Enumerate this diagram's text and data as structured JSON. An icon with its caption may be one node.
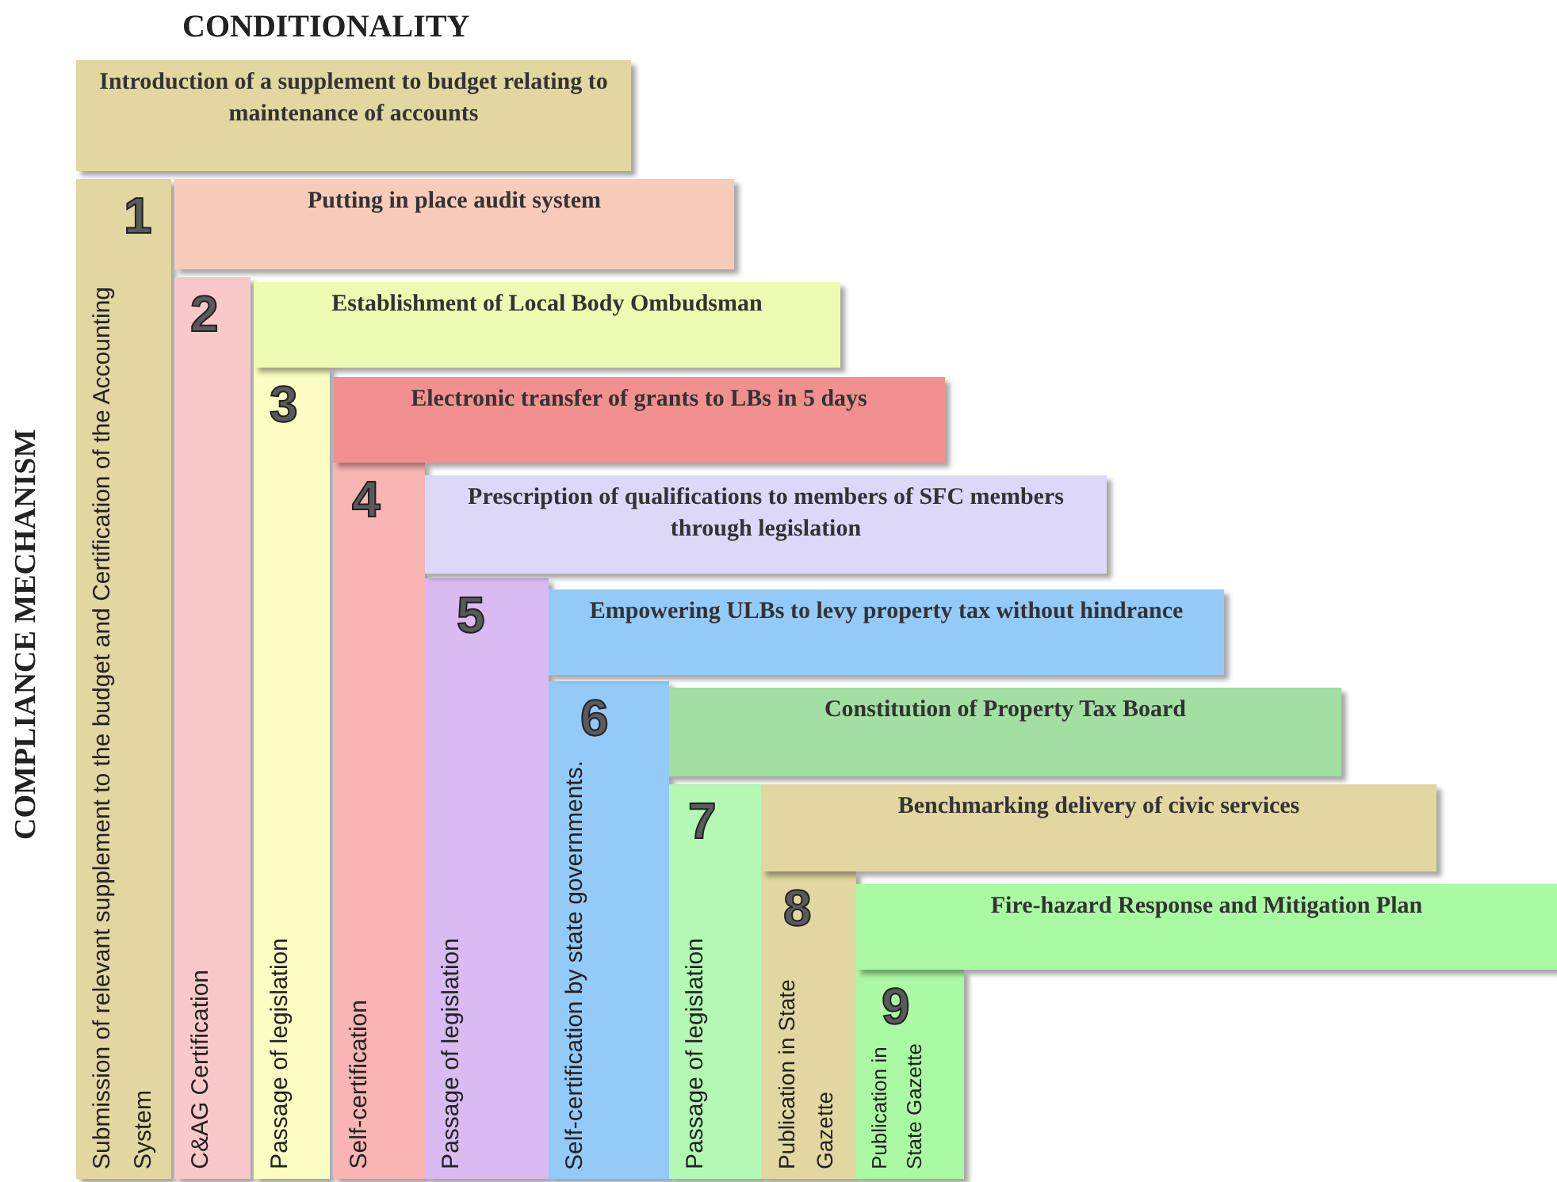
{
  "diagram": {
    "title": "CONDITIONALITY",
    "nodes": [
      {
        "text": [
          "Introduction of a supplement to budget relating to maintenance of accounts"
        ]
      },
      {
        "text": [
          "1",
          "Submission of relevant supplement to the budget  and Certification of the Accounting System"
        ]
      },
      {
        "text": [
          "Putting in place audit system"
        ]
      },
      {
        "text": [
          "2",
          "C&AG Certification"
        ]
      },
      {
        "text": [
          "Establishment of Local Body Ombudsman"
        ]
      },
      {
        "text": [
          "3",
          "Passage of legislation"
        ]
      },
      {
        "text": [
          "Electronic transfer of grants to LBs in 5 days"
        ]
      },
      {
        "text": [
          "4",
          "Self-certification"
        ]
      },
      {
        "text": [
          "Prescription of qualifications to members of SFC members through legislation"
        ]
      },
      {
        "text": [
          "5",
          "Passage of legislation"
        ]
      },
      {
        "text": [
          "Empowering ULBs to levy property tax without hindrance"
        ]
      },
      {
        "text": [
          "6",
          "Self-certification by state governments."
        ]
      },
      {
        "text": [
          "Constitution of Property Tax Board"
        ]
      },
      {
        "text": [
          "7",
          "Passage of legislation"
        ]
      },
      {
        "text": [
          "Benchmarking delivery  of civic services"
        ]
      },
      {
        "text": [
          "8",
          "Publication in State Gazette"
        ]
      },
      {
        "text": [
          "Fire-hazard Response and Mitigation Plan"
        ]
      },
      {
        "text": [
          "9",
          "Publication in State Gazette"
        ]
      }
    ],
    "labels": [
      "COMPLIANCE MECHANISM"
    ]
  }
}
